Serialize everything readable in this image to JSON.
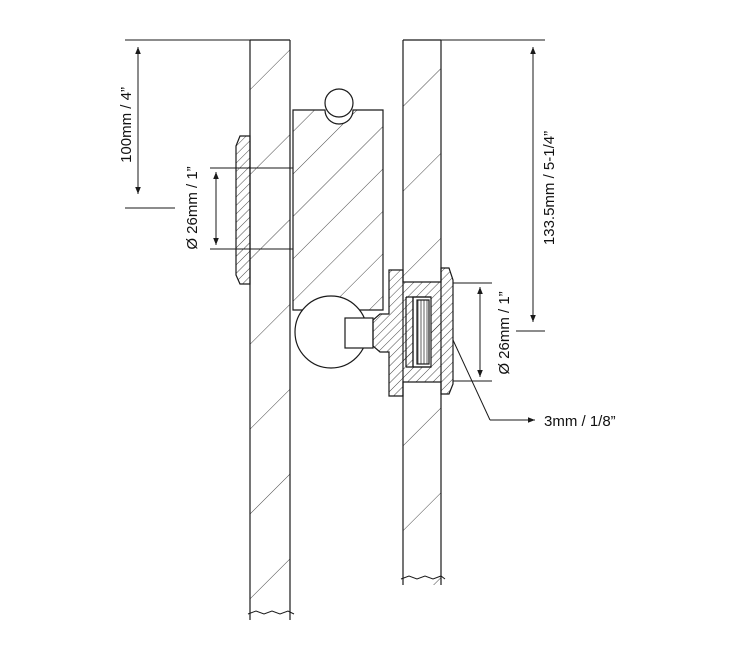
{
  "dimensions": {
    "top_offset_left": "100mm / 4”",
    "top_offset_right": "133.5mm / 5-1/4”",
    "hole_left": "Ø 26mm / 1”",
    "hole_right": "Ø 26mm / 1”",
    "gap": "3mm / 1/8”"
  },
  "colors": {
    "line": "#1a1a1a",
    "background": "#ffffff"
  }
}
